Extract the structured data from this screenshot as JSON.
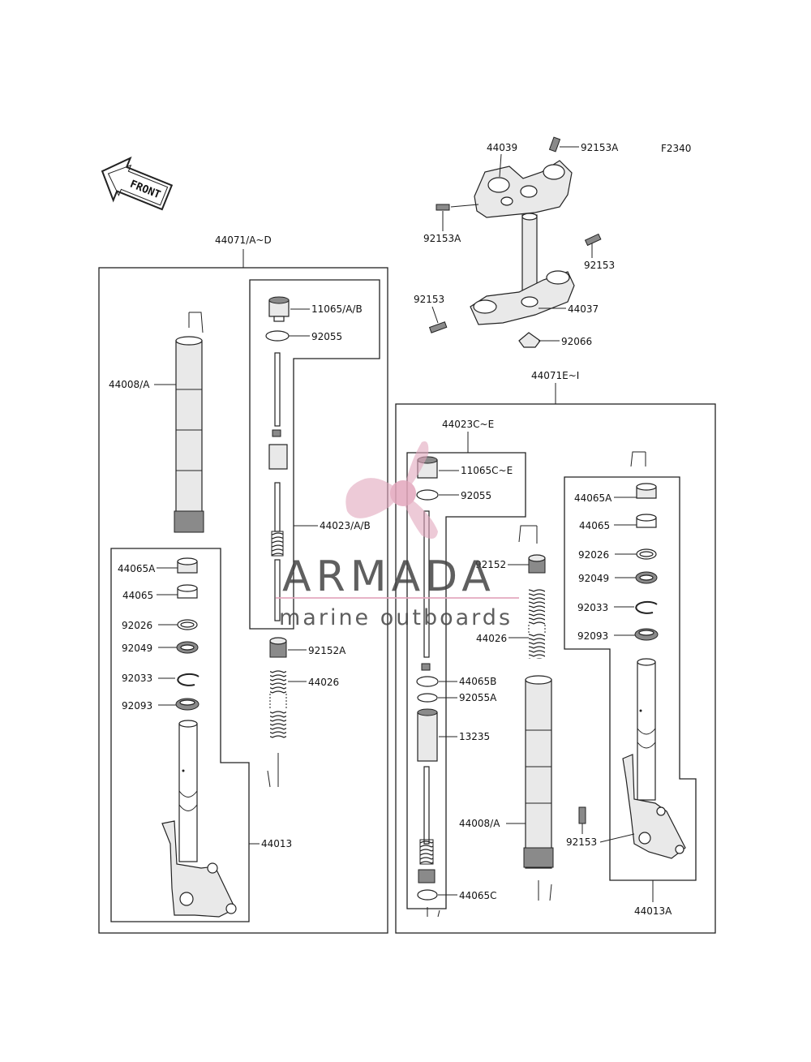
{
  "figure_code": "F2340",
  "front_arrow_text": "FRONT",
  "watermark": {
    "brand": "ARMADA",
    "tagline": "marine outboards",
    "accent_color": "#e3a6bd"
  },
  "labels": {
    "top_44039": "44039",
    "top_92153A_a": "92153A",
    "top_92153A_b": "92153A",
    "top_92153_a": "92153",
    "top_92153_b": "92153",
    "top_44037": "44037",
    "top_92066": "92066",
    "left_group": "44071/A~D",
    "left_44008": "44008/A",
    "left_11065": "11065/A/B",
    "left_92055": "92055",
    "left_44023": "44023/A/B",
    "left_44065A": "44065A",
    "left_44065": "44065",
    "left_92026": "92026",
    "left_92049": "92049",
    "left_92033": "92033",
    "left_92093": "92093",
    "left_92152A": "92152A",
    "left_44026": "44026",
    "left_44013": "44013",
    "right_group": "44071E~I",
    "right_44023C": "44023C~E",
    "right_11065C": "11065C~E",
    "right_92055": "92055",
    "right_92152": "92152",
    "right_44026": "44026",
    "right_44065B": "44065B",
    "right_92055A": "92055A",
    "right_13235": "13235",
    "right_44008": "44008/A",
    "right_44065C": "44065C",
    "right_44065A": "44065A",
    "right_44065": "44065",
    "right_92026": "92026",
    "right_92049": "92049",
    "right_92033": "92033",
    "right_92093": "92093",
    "right_92153": "92153",
    "right_44013A": "44013A"
  }
}
